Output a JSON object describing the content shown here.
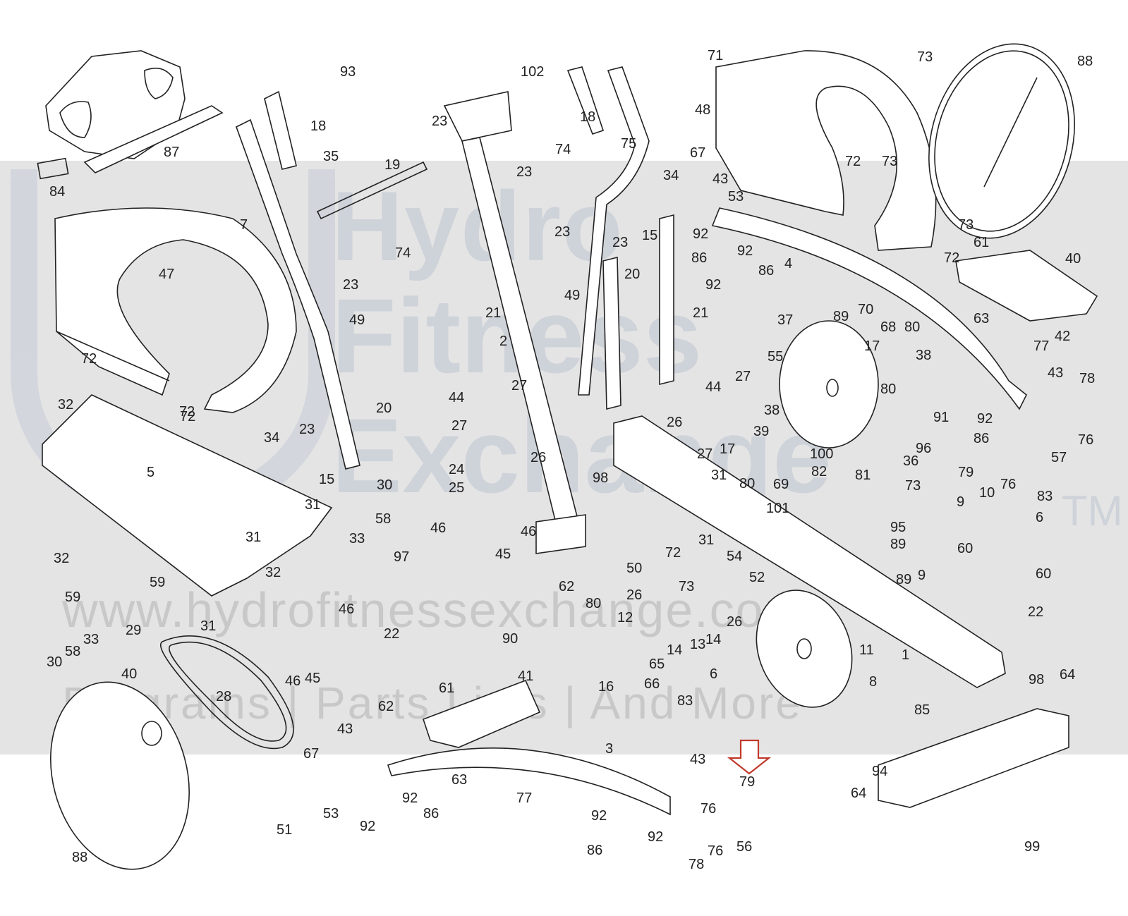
{
  "watermark": {
    "brand_line1": "Hydro",
    "brand_line2": "Fitness",
    "brand_line3": "Exchange",
    "trademark": "TM",
    "url": "www.hydrofitnessexchange.com",
    "tagline": "Diagrams | Parts Lists | And More"
  },
  "highlight_color": "#c0392b",
  "labels": [
    {
      "id": "p87",
      "text": "87"
    },
    {
      "id": "p84",
      "text": "84"
    },
    {
      "id": "p93",
      "text": "93"
    },
    {
      "id": "p35",
      "text": "35"
    },
    {
      "id": "p102",
      "text": "102"
    },
    {
      "id": "p18a",
      "text": "18"
    },
    {
      "id": "p18b",
      "text": "18"
    },
    {
      "id": "p75",
      "text": "75"
    },
    {
      "id": "p23a",
      "text": "23"
    },
    {
      "id": "p19",
      "text": "19"
    },
    {
      "id": "p7",
      "text": "7"
    },
    {
      "id": "p74a",
      "text": "74"
    },
    {
      "id": "p74b",
      "text": "74"
    },
    {
      "id": "p23b",
      "text": "23"
    },
    {
      "id": "p23c",
      "text": "23"
    },
    {
      "id": "p23d",
      "text": "23"
    },
    {
      "id": "p23e",
      "text": "23"
    },
    {
      "id": "p34a",
      "text": "34"
    },
    {
      "id": "p15a",
      "text": "15"
    },
    {
      "id": "p49a",
      "text": "49"
    },
    {
      "id": "p49b",
      "text": "49"
    },
    {
      "id": "p47",
      "text": "47"
    },
    {
      "id": "p72a",
      "text": "72"
    },
    {
      "id": "p72b",
      "text": "72"
    },
    {
      "id": "p21a",
      "text": "21"
    },
    {
      "id": "p2",
      "text": "2"
    },
    {
      "id": "p20a",
      "text": "20"
    },
    {
      "id": "p20b",
      "text": "20"
    },
    {
      "id": "p21b",
      "text": "21"
    },
    {
      "id": "p71",
      "text": "71"
    },
    {
      "id": "p73a",
      "text": "73"
    },
    {
      "id": "p88a",
      "text": "88"
    },
    {
      "id": "p48",
      "text": "48"
    },
    {
      "id": "p72c",
      "text": "72"
    },
    {
      "id": "p73b",
      "text": "73"
    },
    {
      "id": "p67a",
      "text": "67"
    },
    {
      "id": "p43a",
      "text": "43"
    },
    {
      "id": "p53a",
      "text": "53"
    },
    {
      "id": "p92a",
      "text": "92"
    },
    {
      "id": "p86a",
      "text": "86"
    },
    {
      "id": "p92b",
      "text": "92"
    },
    {
      "id": "p86b",
      "text": "86"
    },
    {
      "id": "p92c",
      "text": "92"
    },
    {
      "id": "p4",
      "text": "4"
    },
    {
      "id": "p73c",
      "text": "73"
    },
    {
      "id": "p72d",
      "text": "72"
    },
    {
      "id": "p61a",
      "text": "61"
    },
    {
      "id": "p40a",
      "text": "40"
    },
    {
      "id": "p63a",
      "text": "63"
    },
    {
      "id": "p42",
      "text": "42"
    },
    {
      "id": "p77a",
      "text": "77"
    },
    {
      "id": "p37",
      "text": "37"
    },
    {
      "id": "p89a",
      "text": "89"
    },
    {
      "id": "p70",
      "text": "70"
    },
    {
      "id": "p68",
      "text": "68"
    },
    {
      "id": "p80a",
      "text": "80"
    },
    {
      "id": "p17a",
      "text": "17"
    },
    {
      "id": "p38a",
      "text": "38"
    },
    {
      "id": "p55",
      "text": "55"
    },
    {
      "id": "p43b",
      "text": "43"
    },
    {
      "id": "p78a",
      "text": "78"
    },
    {
      "id": "p32a",
      "text": "32"
    },
    {
      "id": "p72e",
      "text": "72"
    },
    {
      "id": "p34b",
      "text": "34"
    },
    {
      "id": "p23f",
      "text": "23"
    },
    {
      "id": "p15b",
      "text": "15"
    },
    {
      "id": "p5",
      "text": "5"
    },
    {
      "id": "p44a",
      "text": "44"
    },
    {
      "id": "p27a",
      "text": "27"
    },
    {
      "id": "p27b",
      "text": "27"
    },
    {
      "id": "p44b",
      "text": "44"
    },
    {
      "id": "p27c",
      "text": "27"
    },
    {
      "id": "p27d",
      "text": "27"
    },
    {
      "id": "p26a",
      "text": "26"
    },
    {
      "id": "p38b",
      "text": "38"
    },
    {
      "id": "p39",
      "text": "39"
    },
    {
      "id": "p17b",
      "text": "17"
    },
    {
      "id": "p80b",
      "text": "80"
    },
    {
      "id": "p96",
      "text": "96"
    },
    {
      "id": "p91",
      "text": "91"
    },
    {
      "id": "p92d",
      "text": "92"
    },
    {
      "id": "p86c",
      "text": "86"
    },
    {
      "id": "p76a",
      "text": "76"
    },
    {
      "id": "p57",
      "text": "57"
    },
    {
      "id": "p98a",
      "text": "98"
    },
    {
      "id": "p24",
      "text": "24"
    },
    {
      "id": "p26b",
      "text": "26"
    },
    {
      "id": "p25",
      "text": "25"
    },
    {
      "id": "p30a",
      "text": "30"
    },
    {
      "id": "p58a",
      "text": "58"
    },
    {
      "id": "p31a",
      "text": "31"
    },
    {
      "id": "p33a",
      "text": "33"
    },
    {
      "id": "p100",
      "text": "100"
    },
    {
      "id": "p36",
      "text": "36"
    },
    {
      "id": "p82",
      "text": "82"
    },
    {
      "id": "p81",
      "text": "81"
    },
    {
      "id": "p31b",
      "text": "31"
    },
    {
      "id": "p80c",
      "text": "80"
    },
    {
      "id": "p69",
      "text": "69"
    },
    {
      "id": "p79a",
      "text": "79"
    },
    {
      "id": "p76b",
      "text": "76"
    },
    {
      "id": "p83a",
      "text": "83"
    },
    {
      "id": "p73d",
      "text": "73"
    },
    {
      "id": "p101",
      "text": "101"
    },
    {
      "id": "p9a",
      "text": "9"
    },
    {
      "id": "p10",
      "text": "10"
    },
    {
      "id": "p6a",
      "text": "6"
    },
    {
      "id": "p32b",
      "text": "32"
    },
    {
      "id": "p31c",
      "text": "31"
    },
    {
      "id": "p46a",
      "text": "46"
    },
    {
      "id": "p46b",
      "text": "46"
    },
    {
      "id": "p45a",
      "text": "45"
    },
    {
      "id": "p31d",
      "text": "31"
    },
    {
      "id": "p95",
      "text": "95"
    },
    {
      "id": "p89b",
      "text": "89"
    },
    {
      "id": "p89c",
      "text": "89"
    },
    {
      "id": "p9b",
      "text": "9"
    },
    {
      "id": "p72f",
      "text": "72"
    },
    {
      "id": "p54",
      "text": "54"
    },
    {
      "id": "p50",
      "text": "50"
    },
    {
      "id": "p73e",
      "text": "73"
    },
    {
      "id": "p52",
      "text": "52"
    },
    {
      "id": "p60a",
      "text": "60"
    },
    {
      "id": "p60b",
      "text": "60"
    },
    {
      "id": "p59a",
      "text": "59"
    },
    {
      "id": "p59b",
      "text": "59"
    },
    {
      "id": "p97",
      "text": "97"
    },
    {
      "id": "p62a",
      "text": "62"
    },
    {
      "id": "p32c",
      "text": "32"
    },
    {
      "id": "p80d",
      "text": "80"
    },
    {
      "id": "p26c",
      "text": "26"
    },
    {
      "id": "p22a",
      "text": "22"
    },
    {
      "id": "p46c",
      "text": "46"
    },
    {
      "id": "p22b",
      "text": "22"
    },
    {
      "id": "p90",
      "text": "90"
    },
    {
      "id": "p12",
      "text": "12"
    },
    {
      "id": "p13",
      "text": "13"
    },
    {
      "id": "p26d",
      "text": "26"
    },
    {
      "id": "p14a",
      "text": "14"
    },
    {
      "id": "p14b",
      "text": "14"
    },
    {
      "id": "p65",
      "text": "65"
    },
    {
      "id": "p11",
      "text": "11"
    },
    {
      "id": "p1",
      "text": "1"
    },
    {
      "id": "p29",
      "text": "29"
    },
    {
      "id": "p31e",
      "text": "31"
    },
    {
      "id": "p33b",
      "text": "33"
    },
    {
      "id": "p58b",
      "text": "58"
    },
    {
      "id": "p30b",
      "text": "30"
    },
    {
      "id": "p46d",
      "text": "46"
    },
    {
      "id": "p45b",
      "text": "45"
    },
    {
      "id": "p16",
      "text": "16"
    },
    {
      "id": "p66",
      "text": "66"
    },
    {
      "id": "p6b",
      "text": "6"
    },
    {
      "id": "p8",
      "text": "8"
    },
    {
      "id": "p98b",
      "text": "98"
    },
    {
      "id": "p64a",
      "text": "64"
    },
    {
      "id": "p40b",
      "text": "40"
    },
    {
      "id": "p28",
      "text": "28"
    },
    {
      "id": "p62b",
      "text": "62"
    },
    {
      "id": "p61b",
      "text": "61"
    },
    {
      "id": "p41",
      "text": "41"
    },
    {
      "id": "p83b",
      "text": "83"
    },
    {
      "id": "p85",
      "text": "85"
    },
    {
      "id": "p43c",
      "text": "43"
    },
    {
      "id": "p67b",
      "text": "67"
    },
    {
      "id": "p3",
      "text": "3"
    },
    {
      "id": "p43d",
      "text": "43"
    },
    {
      "id": "p79b",
      "text": "79"
    },
    {
      "id": "p94",
      "text": "94"
    },
    {
      "id": "p63b",
      "text": "63"
    },
    {
      "id": "p77b",
      "text": "77"
    },
    {
      "id": "p53b",
      "text": "53"
    },
    {
      "id": "p92e",
      "text": "92"
    },
    {
      "id": "p92f",
      "text": "92"
    },
    {
      "id": "p86d",
      "text": "86"
    },
    {
      "id": "p92g",
      "text": "92"
    },
    {
      "id": "p76c",
      "text": "76"
    },
    {
      "id": "p92h",
      "text": "92"
    },
    {
      "id": "p56",
      "text": "56"
    },
    {
      "id": "p64b",
      "text": "64"
    },
    {
      "id": "p86e",
      "text": "86"
    },
    {
      "id": "p76d",
      "text": "76"
    },
    {
      "id": "p78b",
      "text": "78"
    },
    {
      "id": "p51",
      "text": "51"
    },
    {
      "id": "p88b",
      "text": "88"
    },
    {
      "id": "p99",
      "text": "99"
    }
  ]
}
